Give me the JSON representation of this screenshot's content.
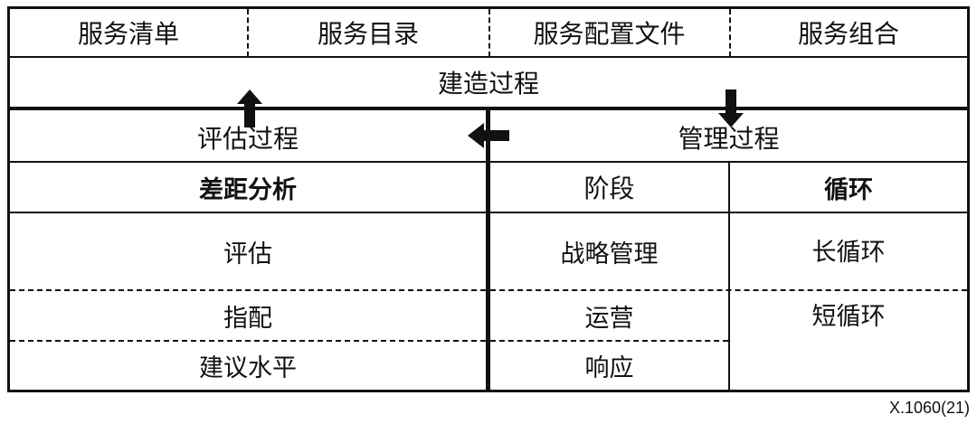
{
  "service_row": {
    "items": [
      "服务清单",
      "服务目录",
      "服务配置文件",
      "服务组合"
    ]
  },
  "build": {
    "label": "建造过程"
  },
  "evaluation": {
    "title": "评估过程",
    "subtitle": "差距分析",
    "rows": [
      "评估",
      "指配",
      "建议水平"
    ]
  },
  "management": {
    "title": "管理过程",
    "stage_header": "阶段",
    "cycle_header": "循环",
    "stages": [
      "战略管理",
      "运营",
      "响应"
    ],
    "cycles": [
      "长循环",
      "短循环"
    ]
  },
  "figure_id": "X.1060(21)",
  "colors": {
    "line": "#111111",
    "background": "#ffffff"
  },
  "icons": [
    "arrow-up-icon",
    "arrow-down-icon",
    "arrow-left-icon"
  ]
}
